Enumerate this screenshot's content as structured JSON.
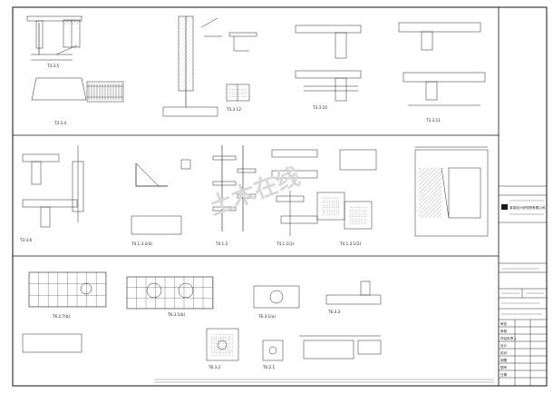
{
  "sheet": {
    "row1_captions": [
      "T3.3.5",
      "T3.3.4",
      "T3.3.12",
      "T3.3.10",
      "T3.3.11"
    ],
    "row2_captions": [
      "T3.3.6",
      "T4.1.3.2(4)",
      "T4.1.2",
      "T4.1.1(1)",
      "T4.1.3.1(2)"
    ],
    "row3_captions": [
      "T6.2.7(b)",
      "T6.3.1(b)",
      "T6.3.1(a)",
      "T6.3.3",
      "T6.3.2",
      "T6.2.1"
    ],
    "title_block": {
      "company": "某某设计研究院有限公司",
      "rows": [
        "审定",
        "审核",
        "项目负责人",
        "设计",
        "校对",
        "制图",
        "图号",
        "日期"
      ]
    },
    "watermark": "土木在线"
  }
}
